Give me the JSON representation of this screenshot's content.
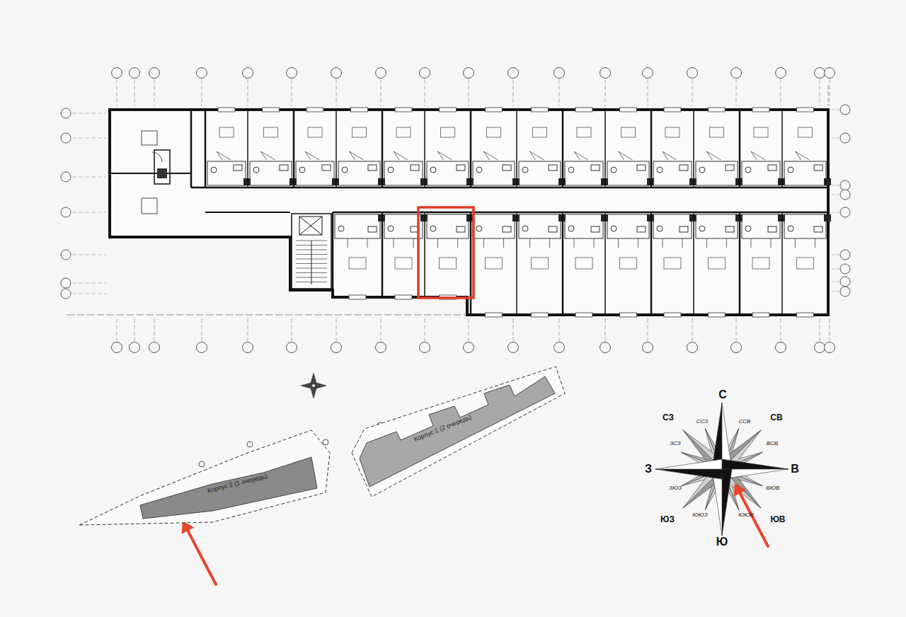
{
  "diagram": {
    "nodes": [
      {
        "text": [
          "Корпус 1 (2 очередь)"
        ]
      },
      {
        "text": [
          "Корпус 2 (1 очередь)"
        ]
      }
    ],
    "labels": [
      "С",
      "СВ",
      "В",
      "ЮВ",
      "Ю",
      "ЮЗ",
      "З",
      "СЗ",
      "ССВ",
      "ВСВ",
      "ВЮВ",
      "ЮЮВ",
      "ЮЮЗ",
      "ЗЮЗ",
      "ЗСЗ",
      "ССЗ"
    ]
  }
}
